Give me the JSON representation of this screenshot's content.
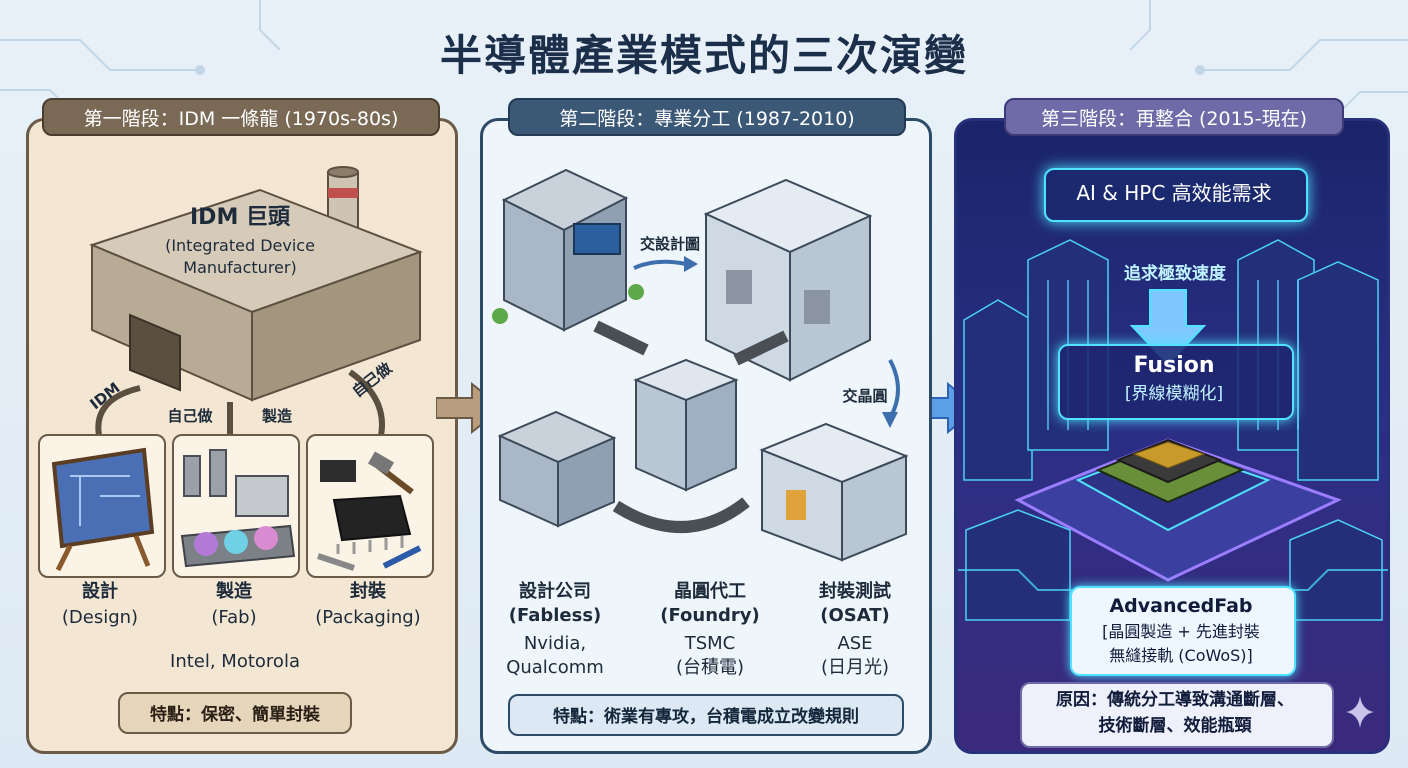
{
  "title": "半導體產業模式的三次演變",
  "stage1": {
    "header": "第一階段：IDM 一條龍 (1970s-80s)",
    "factory_title": "IDM 巨頭",
    "factory_sub1": "(Integrated Device",
    "factory_sub2": "Manufacturer)",
    "arrow_left": "IDM",
    "arrow_mid1": "自己做",
    "arrow_mid2": "製造",
    "arrow_right": "自己做",
    "items": [
      {
        "name": "設計",
        "en": "(Design)"
      },
      {
        "name": "製造",
        "en": "(Fab)"
      },
      {
        "name": "封裝",
        "en": "(Packaging)"
      }
    ],
    "examples": "Intel, Motorola",
    "feature": "特點：保密、簡單封裝"
  },
  "stage2": {
    "header": "第二階段：專業分工 (1987-2010)",
    "flow1": "交設計圖",
    "flow2": "交晶圓",
    "items": [
      {
        "name": "設計公司",
        "en": "(Fabless)",
        "ex1": "Nvidia,",
        "ex2": "Qualcomm"
      },
      {
        "name": "晶圓代工",
        "en": "(Foundry)",
        "ex1": "TSMC",
        "ex2": "(台積電)"
      },
      {
        "name": "封裝測試",
        "en": "(OSAT)",
        "ex1": "ASE",
        "ex2": "(日月光)"
      }
    ],
    "feature": "特點：術業有專攻，台積電成立改變規則"
  },
  "stage3": {
    "header": "第三階段：再整合 (2015-現在)",
    "demand": "AI & HPC 高效能需求",
    "speed": "追求極致速度",
    "fusion": "Fusion",
    "fusion_sub": "[界線模糊化]",
    "adv_title": "AdvancedFab",
    "adv_line1": "[晶圓製造 + 先進封裝",
    "adv_line2": "無縫接軌 (CoWoS)]",
    "reason1": "原因：傳統分工導致溝通斷層、",
    "reason2": "技術斷層、效能瓶頸"
  },
  "colors": {
    "stage1": "#f3e6d2",
    "stage2": "#eef5fb",
    "stage3": "#2a2f86",
    "accent_cyan": "#4fe3ff"
  }
}
